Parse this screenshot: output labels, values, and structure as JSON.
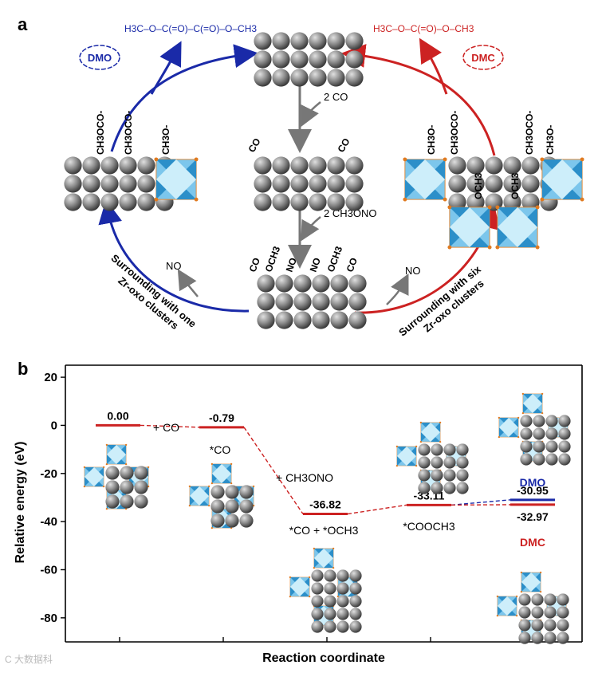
{
  "panel_a": {
    "label": "a",
    "dmo_cloud": "DMO",
    "dmc_cloud": "DMC",
    "step_co": "2 CO",
    "step_ch3ono": "2 CH3ONO",
    "no_left": "NO",
    "no_right": "NO",
    "left_path": [
      "Surrounding with one",
      "Zr-oxo clusters"
    ],
    "right_path": [
      "Surrounding with six",
      "Zr-oxo clusters"
    ],
    "left_adsorbates": [
      "CH3OCO-",
      "CH3OCO-",
      "CH3O-"
    ],
    "right_adsorbates": [
      "CH3O-",
      "CH3OCO-",
      "CH3OCO-",
      "CH3O-",
      "OCH3",
      "OCH3"
    ],
    "mid_adsorbates": [
      "CO",
      "CO"
    ],
    "bottom_adsorbates": [
      "CO",
      "OCH3",
      "NO",
      "NO",
      "OCH3",
      "CO"
    ],
    "dmo_formula": "H3C–O–C(=O)–C(=O)–O–CH3",
    "dmc_formula": "H3C–O–C(=O)–O–CH3"
  },
  "panel_b": {
    "label": "b",
    "step_labels": [
      "+ CO",
      "+ CH3ONO"
    ],
    "state_labels": [
      "*CO",
      "*CO + *OCH3",
      "*COOCH3"
    ],
    "product_labels": [
      "DMO",
      "DMC"
    ]
  },
  "chart_data": {
    "type": "line",
    "title": "",
    "xlabel": "Reaction coordinate",
    "ylabel": "Relative energy (eV)",
    "ylim": [
      -90,
      25
    ],
    "yticks": [
      20,
      0,
      -20,
      -40,
      -60,
      -80
    ],
    "grid": false,
    "levels": [
      {
        "x": 1,
        "value": 0.0,
        "label": "0.00"
      },
      {
        "x": 2,
        "value": -0.79,
        "label": "-0.79"
      },
      {
        "x": 3,
        "value": -36.82,
        "label": "-36.82"
      },
      {
        "x": 4,
        "value": -33.11,
        "label": "-33.11"
      },
      {
        "x": 5,
        "value": -30.95,
        "label": "-30.95",
        "product": "DMO"
      },
      {
        "x": 5,
        "value": -32.97,
        "label": "-32.97",
        "product": "DMC"
      }
    ]
  },
  "colors": {
    "blue_path": "#1a2aa8",
    "red_path": "#cc2222",
    "grey_arrow": "#777777",
    "metal": "#8a8a8a",
    "zr_cluster": "#4fb0e0"
  },
  "watermark": "C 大数据科"
}
